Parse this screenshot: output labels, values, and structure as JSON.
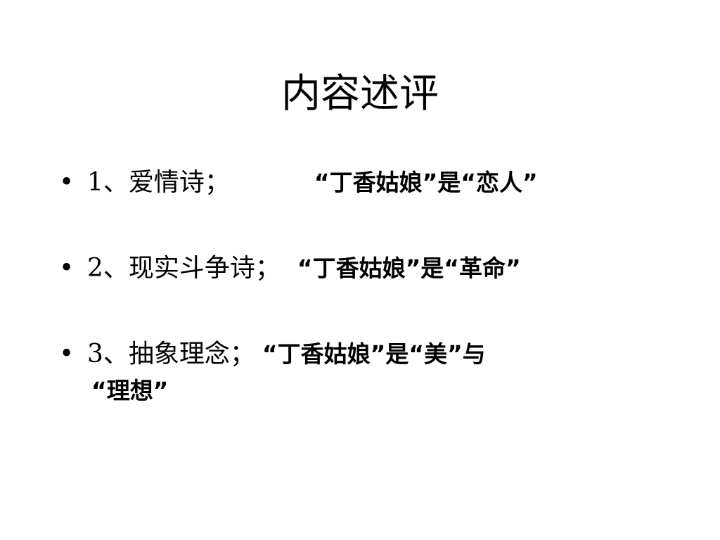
{
  "slide": {
    "title": "内容述评",
    "bullet_symbol": "•",
    "items": [
      {
        "lead": "1、爱情诗；",
        "phrase": "“丁香姑娘”是“恋人”"
      },
      {
        "lead": "2、现实斗争诗；",
        "phrase": "“丁香姑娘”是“革命”"
      },
      {
        "lead": "3、抽象理念；",
        "phrase": "“丁香姑娘”是“美”与",
        "phrase_cont": "“理想”"
      }
    ]
  }
}
